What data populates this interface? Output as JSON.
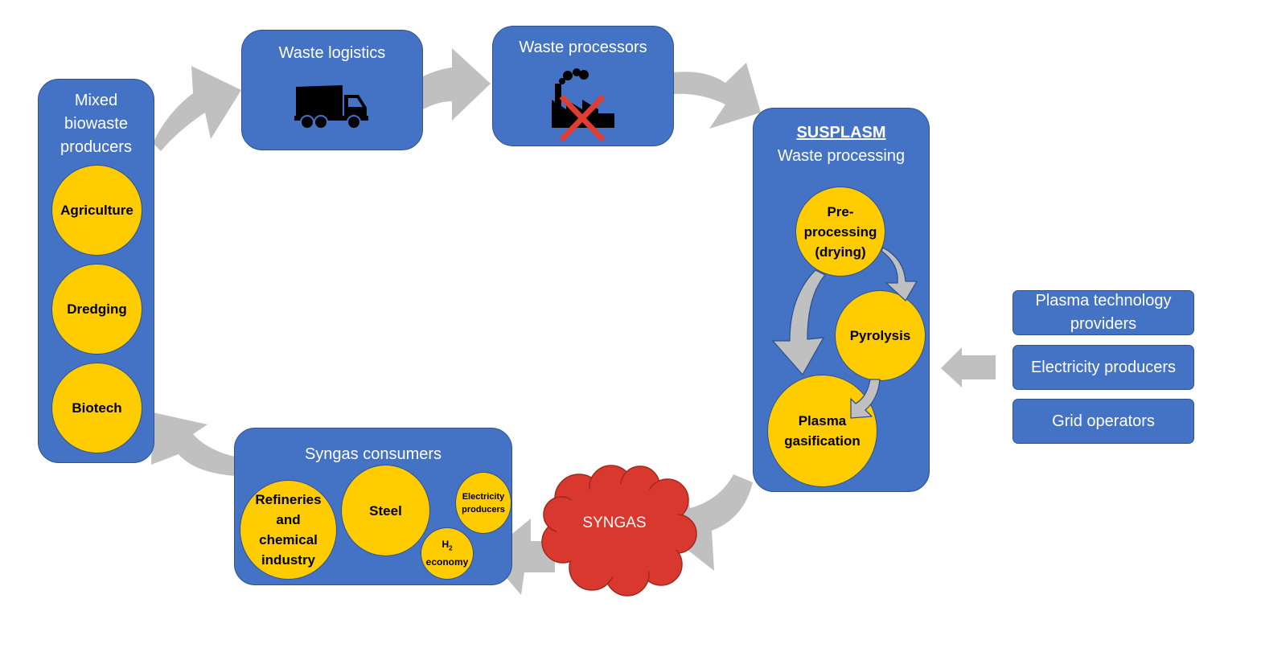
{
  "diagram": {
    "biowaste": {
      "title_lines": [
        "Mixed",
        "biowaste",
        "producers"
      ],
      "items": [
        "Agriculture",
        "Dredging",
        "Biotech"
      ]
    },
    "logistics": {
      "title": "Waste logistics",
      "icon": "dump-truck-icon"
    },
    "processors": {
      "title": "Waste processors",
      "icon": "factory-crossed-out-icon"
    },
    "susplasm": {
      "title": "SUSPLASM",
      "subtitle": "Waste processing",
      "steps": {
        "preprocessing": [
          "Pre-",
          "processing",
          "(drying)"
        ],
        "pyrolysis": [
          "Pyrolysis"
        ],
        "gasification": [
          "Plasma",
          "gasification"
        ]
      }
    },
    "suppliers": [
      "Plasma technology providers",
      "Electricity producers",
      "Grid operators"
    ],
    "syngas": {
      "label": "SYNGAS"
    },
    "consumers": {
      "title": "Syngas consumers",
      "refineries": [
        "Refineries",
        "and",
        "chemical",
        "industry"
      ],
      "steel": "Steel",
      "electricity": [
        "Electricity",
        "producers"
      ],
      "h2_symbol": "H",
      "h2_subscript": "2",
      "h2_word": "economy"
    },
    "colors": {
      "box_blue": "#4472C4",
      "box_border": "#2F528F",
      "circle_yellow": "#FFCC00",
      "arrow_grey": "#C0C0C0",
      "cloud_red": "#D9382E",
      "cross_red": "#E03C31"
    }
  }
}
